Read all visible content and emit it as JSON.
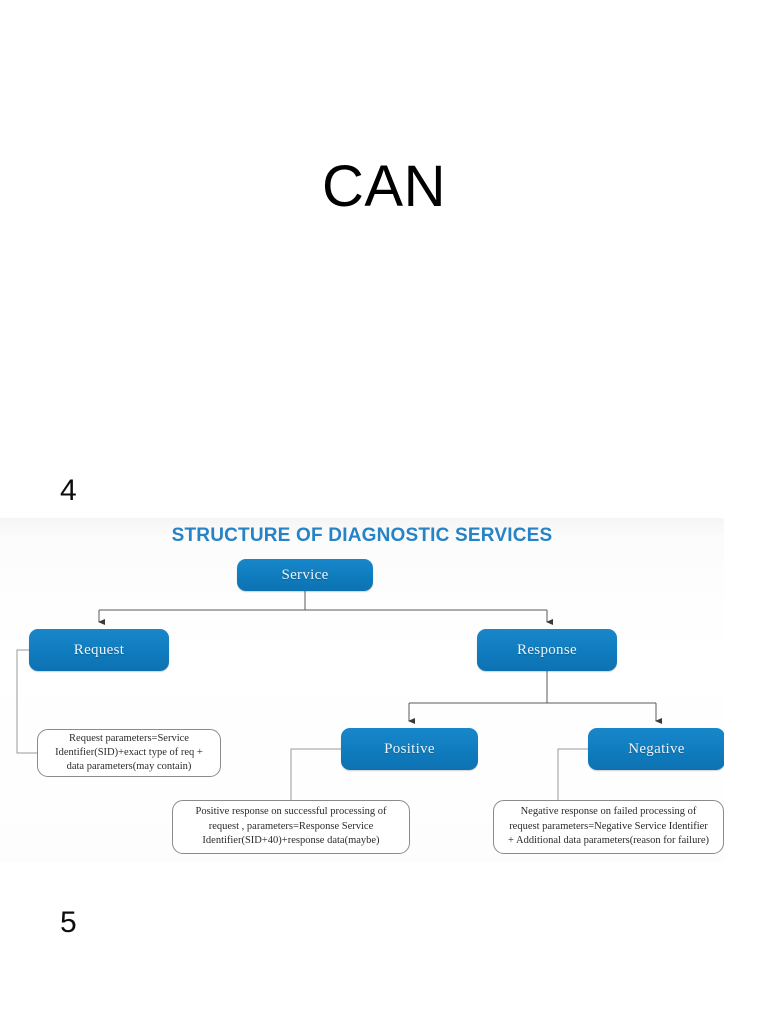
{
  "slide": {
    "title": "CAN",
    "page_number_top": "4",
    "page_number_bottom": "5"
  },
  "diagram": {
    "title": "STRUCTURE OF DIAGNOSTIC SERVICES",
    "accent_color": "#2583c6",
    "node_fill_color": "#0f7cbe",
    "connector_color": "#595959",
    "callout_border_color": "#8b8b8f",
    "nodes": [
      {
        "id": "service",
        "label": "Service"
      },
      {
        "id": "request",
        "label": "Request"
      },
      {
        "id": "response",
        "label": "Response"
      },
      {
        "id": "positive",
        "label": "Positive"
      },
      {
        "id": "negative",
        "label": "Negative"
      }
    ],
    "callouts": [
      {
        "id": "request-parameters",
        "line1": "Request parameters=Service",
        "line2": "Identifier(SID)+exact type of req +",
        "line3": "data parameters(may contain)"
      },
      {
        "id": "positive-response",
        "line1": "Positive response on successful processing of",
        "line2": "request , parameters=Response Service",
        "line3": "Identifier(SID+40)+response data(maybe)"
      },
      {
        "id": "negative-response",
        "line1": "Negative response on failed processing of",
        "line2": "request  parameters=Negative Service Identifier",
        "line3": "+ Additional data parameters(reason for failure)"
      }
    ]
  }
}
